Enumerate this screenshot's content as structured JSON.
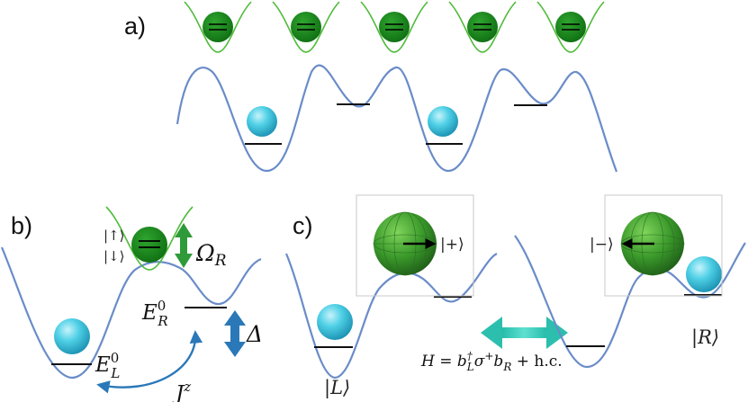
{
  "panels": {
    "a": {
      "label": "a)"
    },
    "b": {
      "label": "b)",
      "spin_labels": [
        "|↑⟩",
        "|↓⟩"
      ],
      "omega": {
        "symbol": "Ω",
        "sub": "R"
      },
      "delta": "Δ",
      "e_r": {
        "symbol": "E",
        "sup": "0",
        "sub": "R"
      },
      "e_l": {
        "symbol": "E",
        "sup": "0",
        "sub": "L"
      },
      "jz": {
        "symbol": "J",
        "sup": "z"
      }
    },
    "c": {
      "label": "c)",
      "ket_plus": "|+⟩",
      "ket_minus": "|−⟩",
      "ket_l": "|L⟩",
      "ket_r": "|R⟩",
      "hamiltonian": {
        "h": "H = ",
        "b": "b",
        "dag": "†",
        "l": "L",
        "sigma": "σ",
        "plus": "+",
        "b2": "b",
        "r": "R",
        "hc": " + h.c."
      }
    }
  },
  "colors": {
    "potential": "#6a8cc8",
    "trap": "#4fbb3a",
    "green_ball": "#1d8a1d",
    "cyan_ball": "#3cc3dc",
    "arrow_blue": "#2a78b8",
    "arrow_green": "#2f9a3a",
    "arrow_teal": "#32c4b4"
  },
  "icons": [
    "green-atom-icon",
    "cyan-atom-icon",
    "bloch-sphere-icon",
    "double-arrow-icon"
  ]
}
